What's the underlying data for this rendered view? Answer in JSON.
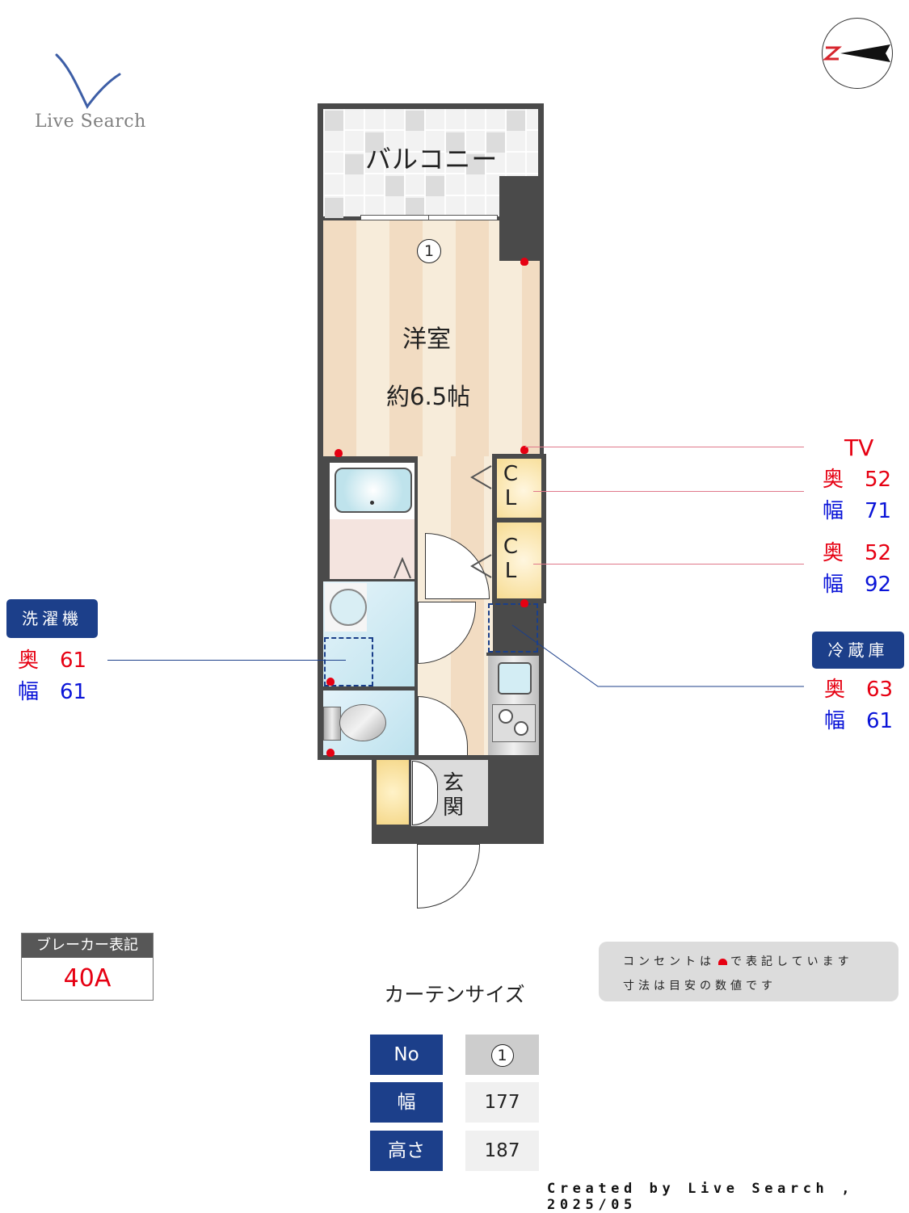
{
  "logo": {
    "text": "Live Search",
    "mark_color": "#3d5ea6"
  },
  "compass": {
    "label": "N",
    "label_color": "#d7262e",
    "direction": "west"
  },
  "floorplan": {
    "rooms": {
      "balcony": "バルコニー",
      "western_room": "洋室",
      "western_room_size": "約6.5帖",
      "closet_1": "CL",
      "closet_2": "CL",
      "entrance_1": "玄",
      "entrance_2": "関"
    },
    "window_marker": "1"
  },
  "callouts": {
    "tv": {
      "title": "TV",
      "depth_label": "奥",
      "depth": "52",
      "width_label": "幅",
      "width": "71"
    },
    "closet2": {
      "depth_label": "奥",
      "depth": "52",
      "width_label": "幅",
      "width": "92"
    },
    "washer": {
      "title": "洗濯機",
      "depth_label": "奥",
      "depth": "61",
      "width_label": "幅",
      "width": "61"
    },
    "fridge": {
      "title": "冷蔵庫",
      "depth_label": "奥",
      "depth": "63",
      "width_label": "幅",
      "width": "61"
    }
  },
  "breaker": {
    "header": "ブレーカー表記",
    "value": "40A"
  },
  "note": {
    "line1_a": "コンセントは",
    "line1_b": "で表記しています",
    "line2": "寸法は目安の数値です",
    "outlet_color": "#e60012"
  },
  "curtain": {
    "title": "カーテンサイズ",
    "rows": [
      {
        "label": "No",
        "value": "1"
      },
      {
        "label": "幅",
        "value": "177"
      },
      {
        "label": "高さ",
        "value": "187"
      }
    ]
  },
  "footer": {
    "text": "Created by Live Search , 2025/05"
  },
  "colors": {
    "accent_blue": "#1c3f8a",
    "red": "#e60012",
    "dim_blue": "#0a14d8",
    "wall": "#4a4a4a"
  }
}
